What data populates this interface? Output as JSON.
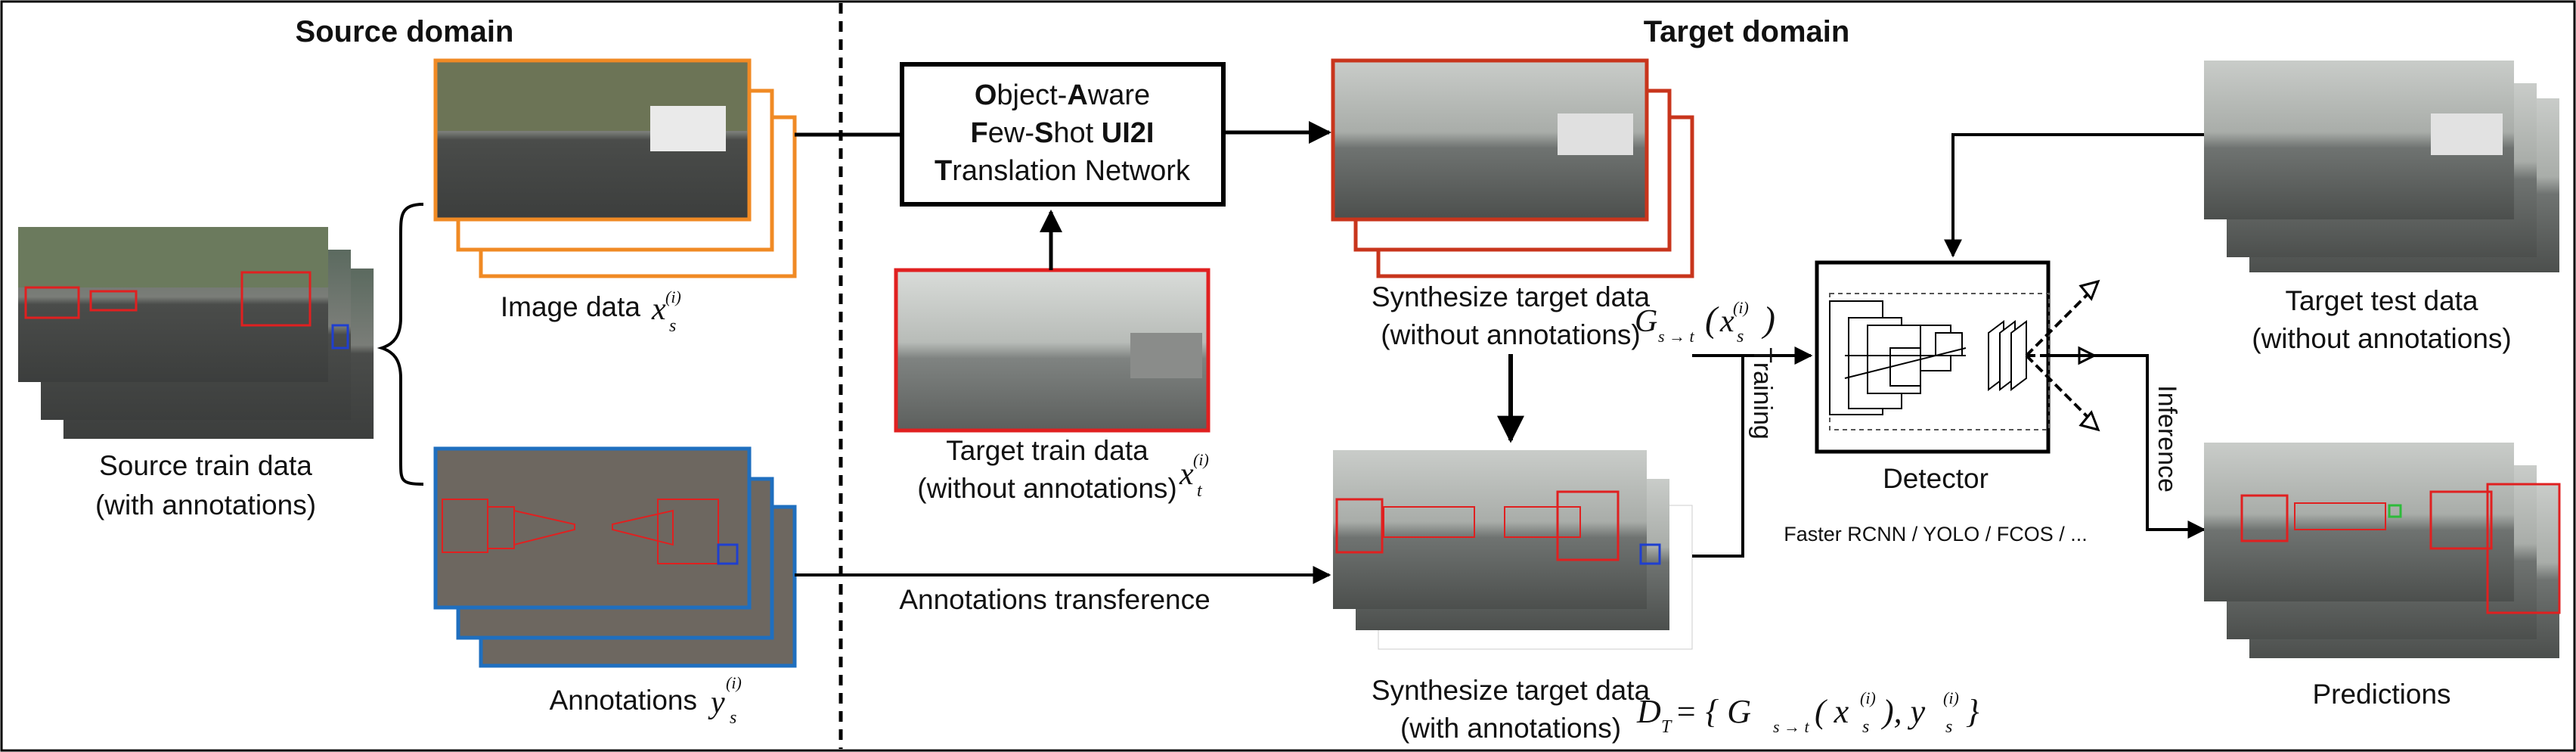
{
  "source_domain": {
    "title": "Source domain",
    "source_train_label_1": "Source train data",
    "source_train_label_2": "(with annotations)",
    "image_data_label": "Image data",
    "image_data_math": "x",
    "image_data_sub": "s",
    "image_data_sup": "(i)",
    "annotations_label": "Annotations",
    "annotations_math": "y",
    "annotations_sub": "s",
    "annotations_sup": "(i)"
  },
  "network": {
    "line1_b": "O",
    "line1_r": "bject-",
    "line1_b2": "A",
    "line1_r2": "ware",
    "line2_b": "F",
    "line2_r": "ew-",
    "line2_b2": "S",
    "line2_r2": "hot ",
    "line2_b3": "UI2I",
    "line3_b": "T",
    "line3_r": "ranslation Network"
  },
  "target_train": {
    "label_1": "Target train data",
    "label_2": "(without annotations)",
    "math": "x",
    "sub": "t",
    "sup": "(i)"
  },
  "annotations_transference": "Annotations transference",
  "target_domain": {
    "title": "Target domain",
    "synth_no_ann_1": "Synthesize target data",
    "synth_no_ann_2": "(without annotations)",
    "synth_no_ann_formula": "G",
    "synth_no_ann_formula_sub": "s → t",
    "synth_no_ann_formula_x": "x",
    "synth_no_ann_formula_xsub": "s",
    "synth_no_ann_formula_xsup": "(i)",
    "synth_ann_1": "Synthesize target data",
    "synth_ann_2": "(with annotations)",
    "dt_formula": "D",
    "dt_sub": "T",
    "dt_rest": " = { G",
    "dt_rest_sub": "s → t",
    "dt_rest_2": "( x",
    "dt_rest_2_sub": "s",
    "dt_rest_2_sup": "(i)",
    "dt_rest_3": " ), y",
    "dt_rest_3_sub": "s",
    "dt_rest_3_sup": "(i)",
    "dt_close": " }",
    "training": "Training",
    "detector": "Detector",
    "detector_models": "Faster RCNN / YOLO / FCOS / ...",
    "inference": "Inference",
    "target_test_1": "Target test data",
    "target_test_2": "(without annotations)",
    "predictions": "Predictions"
  },
  "colors": {
    "orange": "#f08a24",
    "blue": "#1f6fbf",
    "red": "#e02020",
    "darkred": "#c8351c",
    "annot_bg": "#6d6760"
  },
  "icons": [
    "curly-brace-icon",
    "neural-network-icon",
    "arrow-icon"
  ]
}
